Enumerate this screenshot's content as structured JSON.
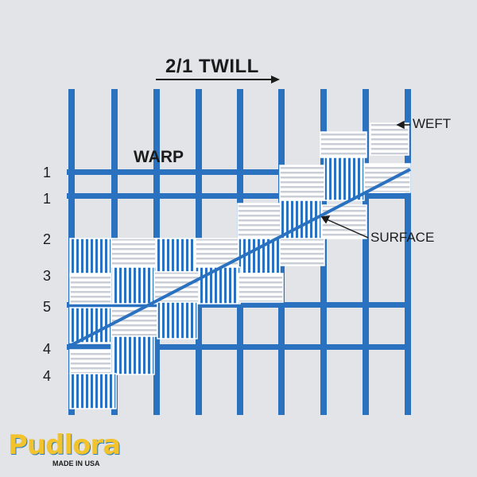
{
  "title": "2/1 TWILL",
  "labels": {
    "warp": "WARP",
    "weft": "WEFT",
    "surface": "SURFACE"
  },
  "row_labels": [
    "1",
    "1",
    "2",
    "3",
    "5",
    "4",
    "4"
  ],
  "brand": {
    "name": "Pudlora",
    "tagline": "MADE IN USA"
  },
  "colors": {
    "thread_blue": "#2a72c0",
    "weft_white": "#ffffff",
    "background": "#e2e4e7",
    "logo_yellow": "#f2c32c"
  }
}
